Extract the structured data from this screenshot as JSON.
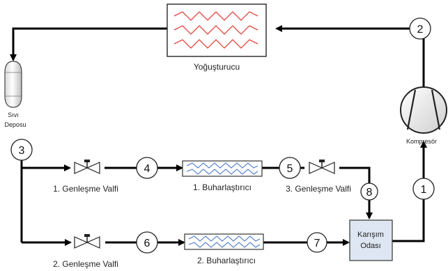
{
  "components": {
    "condenser": "Yoğuşturucu",
    "tank_line1": "Sıvı",
    "tank_line2": "Deposu",
    "compressor": "Kompresör",
    "evaporator1": "1. Buharlaştırıcı",
    "evaporator2": "2. Buharlaştırıcı",
    "valve1": "1. Genleşme Valfi",
    "valve2": "2. Genleşme Valfi",
    "valve3": "3. Genleşme Valfi",
    "mixer_line1": "Karışım",
    "mixer_line2": "Odası"
  },
  "nodes": [
    "1",
    "2",
    "3",
    "4",
    "5",
    "6",
    "7",
    "8"
  ],
  "colors": {
    "condenser_coil": "#e0463c",
    "evaporator_coil": "#4a78c8",
    "mixer_fill": "#dde6f2",
    "line": "#000000"
  }
}
